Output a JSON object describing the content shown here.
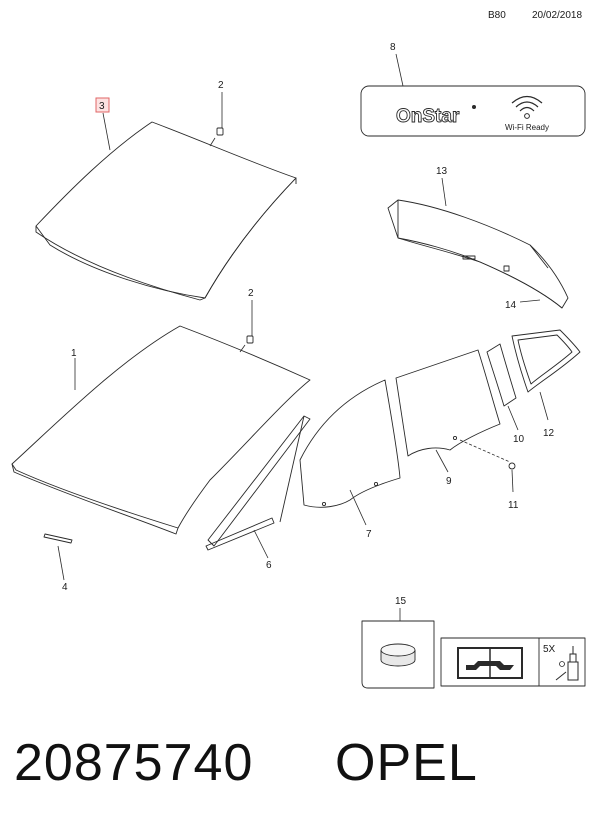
{
  "header": {
    "code": "B80",
    "date": "20/02/2018"
  },
  "callouts": {
    "c1": "1",
    "c2a": "2",
    "c2b": "2",
    "c3": "3",
    "c4": "4",
    "c5": "5X",
    "c6": "6",
    "c7": "7",
    "c8": "8",
    "c9": "9",
    "c10": "10",
    "c11": "11",
    "c12": "12",
    "c13": "13",
    "c14": "14",
    "c15": "15"
  },
  "badge": {
    "onstar": "OnStar",
    "wifi": "Wi-Fi Ready"
  },
  "footer": {
    "part_number": "20875740",
    "brand": "OPEL"
  },
  "colors": {
    "highlight_border": "#e06666",
    "highlight_fill": "#fde2e2"
  }
}
